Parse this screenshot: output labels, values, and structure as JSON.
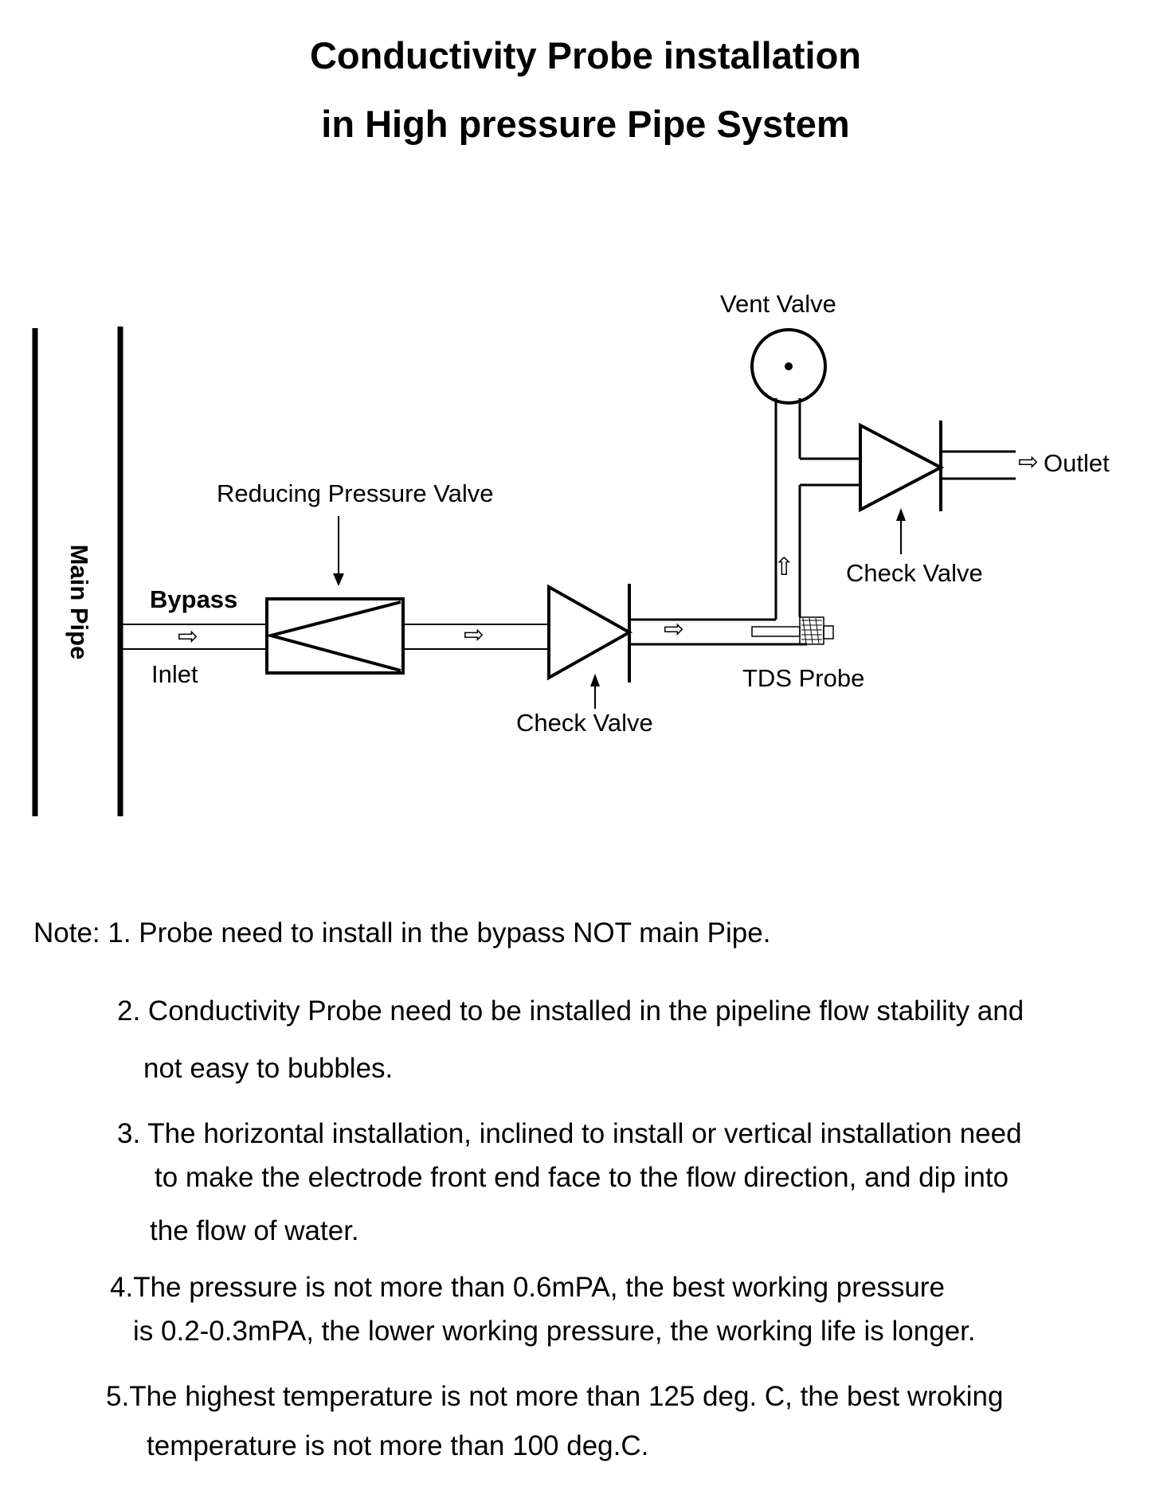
{
  "title": {
    "line1": "Conductivity Probe installation",
    "line2": "in High pressure Pipe System"
  },
  "diagram": {
    "main_pipe": "Main Pipe",
    "bypass": "Bypass",
    "inlet": "Inlet",
    "reducing_valve": "Reducing Pressure Valve",
    "check_valve_1": "Check Valve",
    "check_valve_2": "Check Valve",
    "vent_valve": "Vent Valve",
    "outlet": "Outlet",
    "tds_probe": "TDS Probe",
    "flow_arrow_glyph": "⇨"
  },
  "notes": {
    "prefix": "Note:",
    "n1": "1. Probe need to install in the bypass NOT main Pipe.",
    "n2a": "2. Conductivity Probe need to be installed in the pipeline flow stability and",
    "n2b": "not easy to bubbles.",
    "n3a": "3. The horizontal installation, inclined to install or vertical installation need",
    "n3b": "to make the electrode front end face to the flow direction, and dip into",
    "n3c": "the flow of water.",
    "n4num": "4.",
    "n4a": "The pressure is not more than 0.6mPA, the best working pressure",
    "n4b": "is 0.2-0.3mPA, the lower working pressure, the working life is longer.",
    "n5num": "5.",
    "n5a": "The highest temperature is not more than 125 deg. C, the best wroking",
    "n5b": "temperature is not more than 100 deg.C."
  }
}
